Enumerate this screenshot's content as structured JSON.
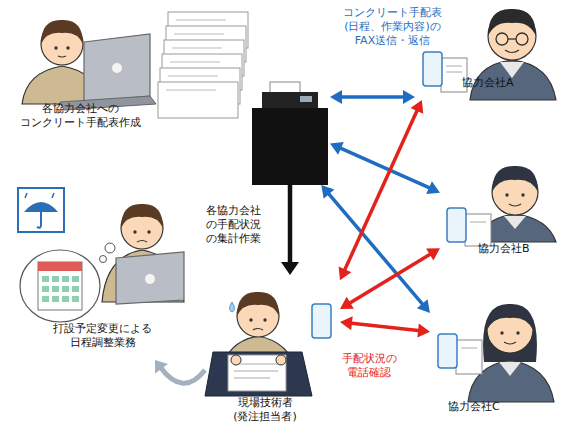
{
  "diagram": {
    "nodes": [
      {
        "text": [
          "各協力会社への コンクリート手配表作成"
        ]
      },
      {
        "text": []
      },
      {
        "text": [
          "協力会社A"
        ]
      },
      {
        "text": [
          "協力会社B"
        ]
      },
      {
        "text": [
          "打設予定変更による 日程調整業務"
        ]
      },
      {
        "text": [
          "現場技術者 (発注担当者)"
        ]
      },
      {
        "text": [
          "協力会社C"
        ]
      }
    ],
    "edges": [
      {
        "from": 1,
        "to": 2,
        "arrow": "both",
        "label": "コンクリート手配表 (日程、作業内容)の FAX送信・返信"
      },
      {
        "from": 1,
        "to": 3,
        "arrow": "both"
      },
      {
        "from": 1,
        "to": 6,
        "arrow": "both"
      },
      {
        "from": 1,
        "to": 5,
        "arrow": "to",
        "label": "各協力会社 の手配状況 の集計作業"
      },
      {
        "from": 5,
        "to": 2,
        "arrow": "both"
      },
      {
        "from": 5,
        "to": 3,
        "arrow": "both"
      },
      {
        "from": 5,
        "to": 6,
        "arrow": "both",
        "label": "手配状況の 電話確認"
      },
      {
        "from": 5,
        "to": 4,
        "arrow": "to"
      }
    ]
  }
}
